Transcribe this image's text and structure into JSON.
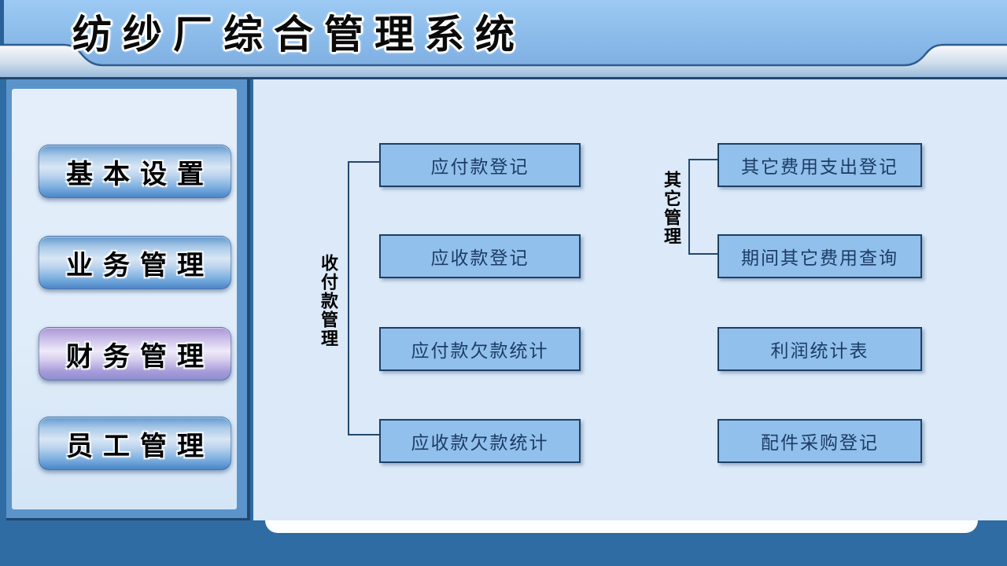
{
  "header": {
    "title": "纺纱厂综合管理系统"
  },
  "sidebar": {
    "items": [
      {
        "label": "基本设置",
        "active": false
      },
      {
        "label": "业务管理",
        "active": false
      },
      {
        "label": "财务管理",
        "active": true
      },
      {
        "label": "员工管理",
        "active": false
      }
    ]
  },
  "main": {
    "groups": [
      {
        "label": "收付款管理",
        "buttons": [
          "应付款登记",
          "应收款登记",
          "应付款欠款统计",
          "应收款欠款统计"
        ]
      },
      {
        "label": "其它管理",
        "buttons": [
          "其它费用支出登记",
          "期间其它费用查询"
        ]
      }
    ],
    "standalone": [
      "利润统计表",
      "配件采购登记"
    ]
  },
  "colors": {
    "title_bar_blue": "#8fbdea",
    "band_gradient_top": "#fdfefe",
    "band_gradient_bottom": "#8fb6dd",
    "panel_bg": "#dbe9f8",
    "sidebar_border_blue": "#5b94ca",
    "main_button_fill": "#92c0ec",
    "main_button_border": "#1d3f66",
    "active_button_purple": "#b4a6dd",
    "nav_button_blue": "#4a86c9",
    "bottom_band": "#2e6ca3",
    "outline_navy": "#24476e"
  }
}
